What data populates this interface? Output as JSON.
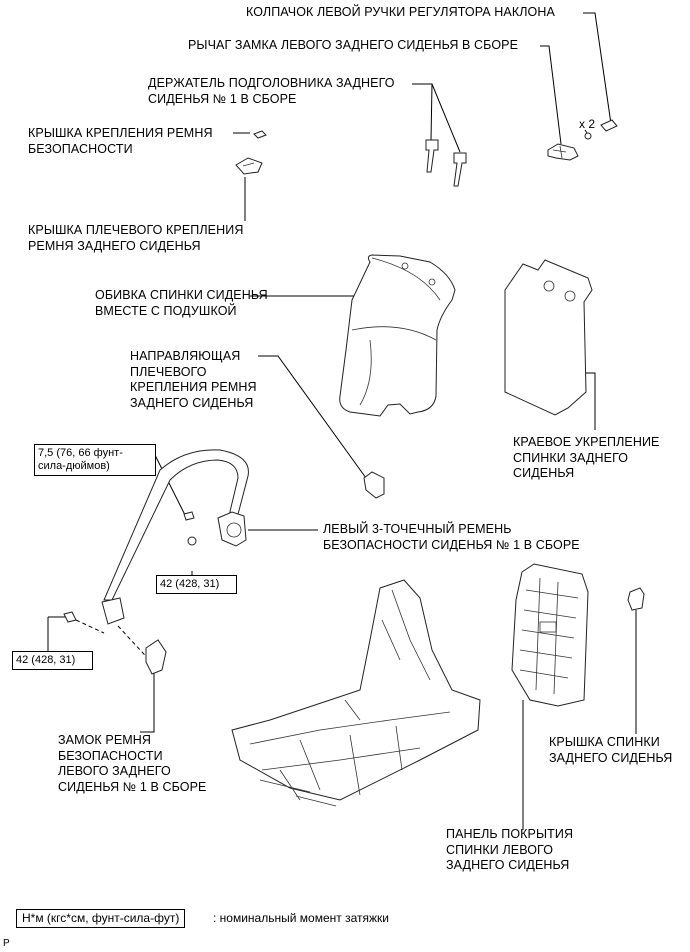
{
  "labels": {
    "recliner_cap": "КОЛПАЧОК ЛЕВОЙ РУЧКИ РЕГУЛЯТОРА НАКЛОНА",
    "lock_lever": "РЫЧАГ ЗАМКА ЛЕВОГО ЗАДНЕГО СИДЕНЬЯ В СБОРЕ",
    "headrest_holder": "ДЕРЖАТЕЛЬ ПОДГОЛОВНИКА ЗАДНЕГО\nСИДЕНЬЯ № 1 В СБОРЕ",
    "belt_anchor_cover": "КРЫШКА КРЕПЛЕНИЯ РЕМНЯ\nБЕЗОПАСНОСТИ",
    "shoulder_anchor_cover": "КРЫШКА ПЛЕЧЕВОГО КРЕПЛЕНИЯ\nРЕМНЯ ЗАДНЕГО СИДЕНЬЯ",
    "seatback_cover": "ОБИВКА СПИНКИ СИДЕНЬЯ\nВМЕСТЕ С ПОДУШКОЙ",
    "shoulder_guide": "НАПРАВЛЯЮЩАЯ\nПЛЕЧЕВОГО\nКРЕПЛЕНИЯ РЕМНЯ\nЗАДНЕГО СИДЕНЬЯ",
    "edge_protector": "КРАЕВОЕ УКРЕПЛЕНИЕ\nСПИНКИ ЗАДНЕГО\nСИДЕНЬЯ",
    "three_point_belt": "ЛЕВЫЙ 3-ТОЧЕЧНЫЙ РЕМЕНЬ\nБЕЗОПАСНОСТИ СИДЕНЬЯ № 1 В СБОРЕ",
    "buckle": "ЗАМОК РЕМНЯ\nБЕЗОПАСНОСТИ\nЛЕВОГО ЗАДНЕГО\nСИДЕНЬЯ № 1 В СБОРЕ",
    "seatback_hinge_cover": "КРЫШКА СПИНКИ\nЗАДНЕГО СИДЕНЬЯ",
    "board": "ПАНЕЛЬ ПОКРЫТИЯ\nСПИНКИ ЛЕВОГО\nЗАДНЕГО СИДЕНЬЯ"
  },
  "quantity": "x 2",
  "torque": {
    "t1": "7,5 (76, 66 фунт-\nсила-дюймов)",
    "t2": "42 (428, 31)",
    "t3": "42 (428, 31)"
  },
  "legend": {
    "box": "Н*м (кгс*см, фунт-сила-фут)",
    "text": ": номинальный момент затяжки"
  },
  "figure_code": "P"
}
